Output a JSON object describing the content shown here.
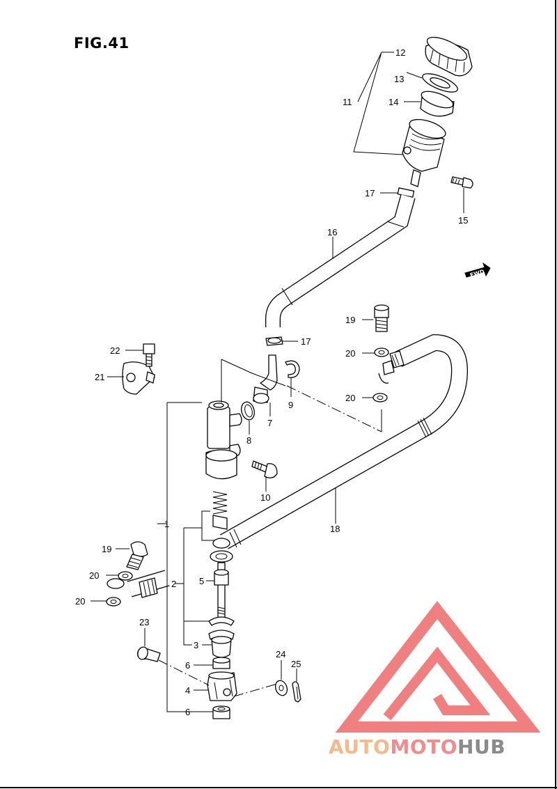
{
  "figure": {
    "title": "FIG.41"
  },
  "fwd_indicator": {
    "text": "FWD"
  },
  "parts": [
    {
      "num": "1"
    },
    {
      "num": "2"
    },
    {
      "num": "3"
    },
    {
      "num": "4"
    },
    {
      "num": "5"
    },
    {
      "num": "6"
    },
    {
      "num": "6"
    },
    {
      "num": "7"
    },
    {
      "num": "8"
    },
    {
      "num": "9"
    },
    {
      "num": "10"
    },
    {
      "num": "11"
    },
    {
      "num": "12"
    },
    {
      "num": "13"
    },
    {
      "num": "14"
    },
    {
      "num": "15"
    },
    {
      "num": "16"
    },
    {
      "num": "17"
    },
    {
      "num": "17"
    },
    {
      "num": "18"
    },
    {
      "num": "19"
    },
    {
      "num": "19"
    },
    {
      "num": "20"
    },
    {
      "num": "20"
    },
    {
      "num": "20"
    },
    {
      "num": "20"
    },
    {
      "num": "21"
    },
    {
      "num": "22"
    },
    {
      "num": "23"
    },
    {
      "num": "24"
    },
    {
      "num": "25"
    }
  ],
  "watermark": {
    "part1": "AUTO",
    "part2": "MOTO",
    "part3": "HUB",
    "color1": "#f5b98c",
    "color2": "#f08c8c",
    "color3": "#8a8a8a",
    "logo_color": "#f08080"
  }
}
